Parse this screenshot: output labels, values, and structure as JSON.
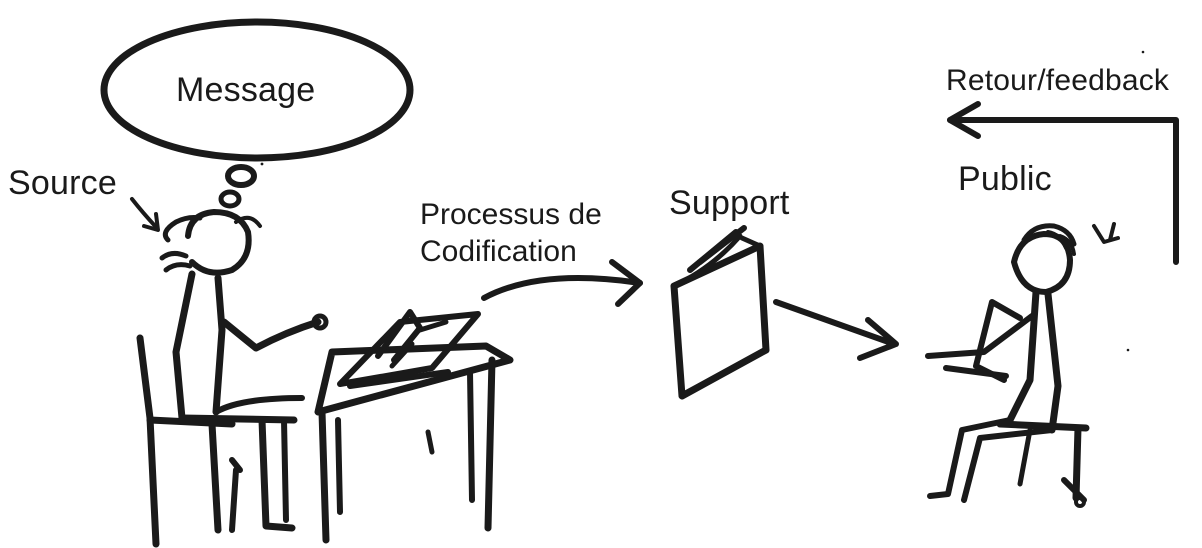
{
  "labels": {
    "message": "Message",
    "source": "Source",
    "process_line1": "Processus de",
    "process_line2": "Codification",
    "support": "Support",
    "public": "Public",
    "feedback": "Retour/feedback"
  },
  "colors": {
    "ink": "#1a1a1a",
    "background": "#ffffff"
  }
}
